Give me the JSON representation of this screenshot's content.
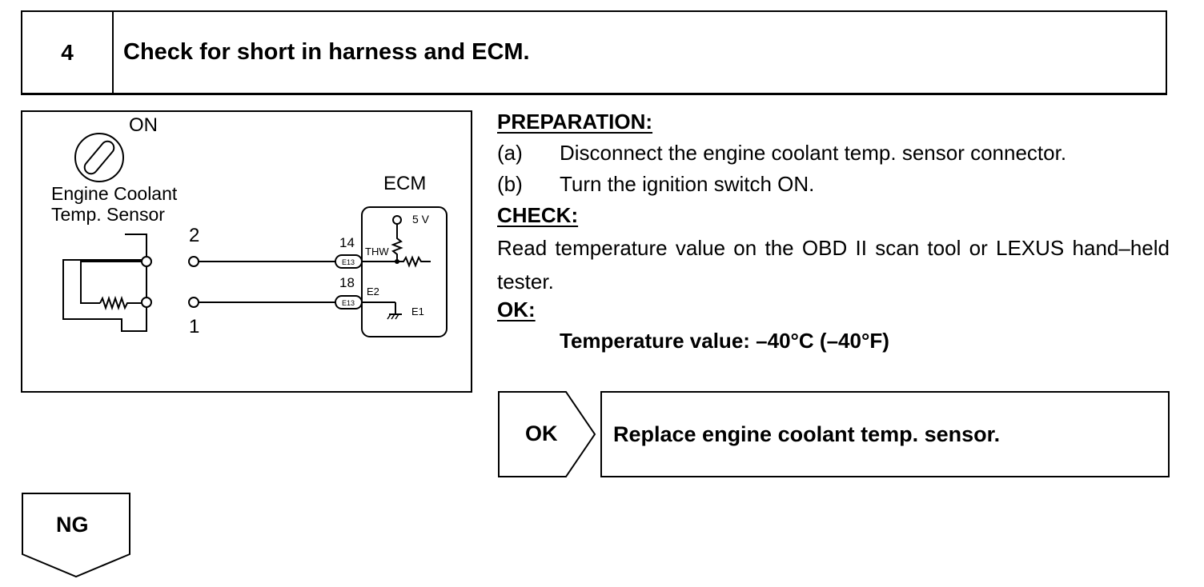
{
  "step": {
    "number": "4",
    "title": "Check for short in harness and ECM."
  },
  "diagram": {
    "switch_label": "ON",
    "sensor_label_line1": "Engine Coolant",
    "sensor_label_line2": "Temp. Sensor",
    "ecm_label": "ECM",
    "voltage_label": "5 V",
    "pin_2": "2",
    "pin_1": "1",
    "pin_14": "14",
    "pin_18": "18",
    "thw_label": "THW",
    "e2_label": "E2",
    "e1_label": "E1",
    "connector_label": "E13"
  },
  "instructions": {
    "preparation_heading": "PREPARATION:",
    "prep_a_label": "(a)",
    "prep_a_text": "Disconnect the engine coolant temp. sensor connector.",
    "prep_b_label": "(b)",
    "prep_b_text": "Turn the ignition switch ON.",
    "check_heading": "CHECK:",
    "check_text": "Read temperature value on the OBD II scan tool or LEXUS hand–held tester.",
    "ok_heading": "OK:",
    "ok_value": "Temperature value: –40°C (–40°F)"
  },
  "results": {
    "ok_label": "OK",
    "ok_action": "Replace engine coolant temp. sensor.",
    "ng_label": "NG"
  }
}
